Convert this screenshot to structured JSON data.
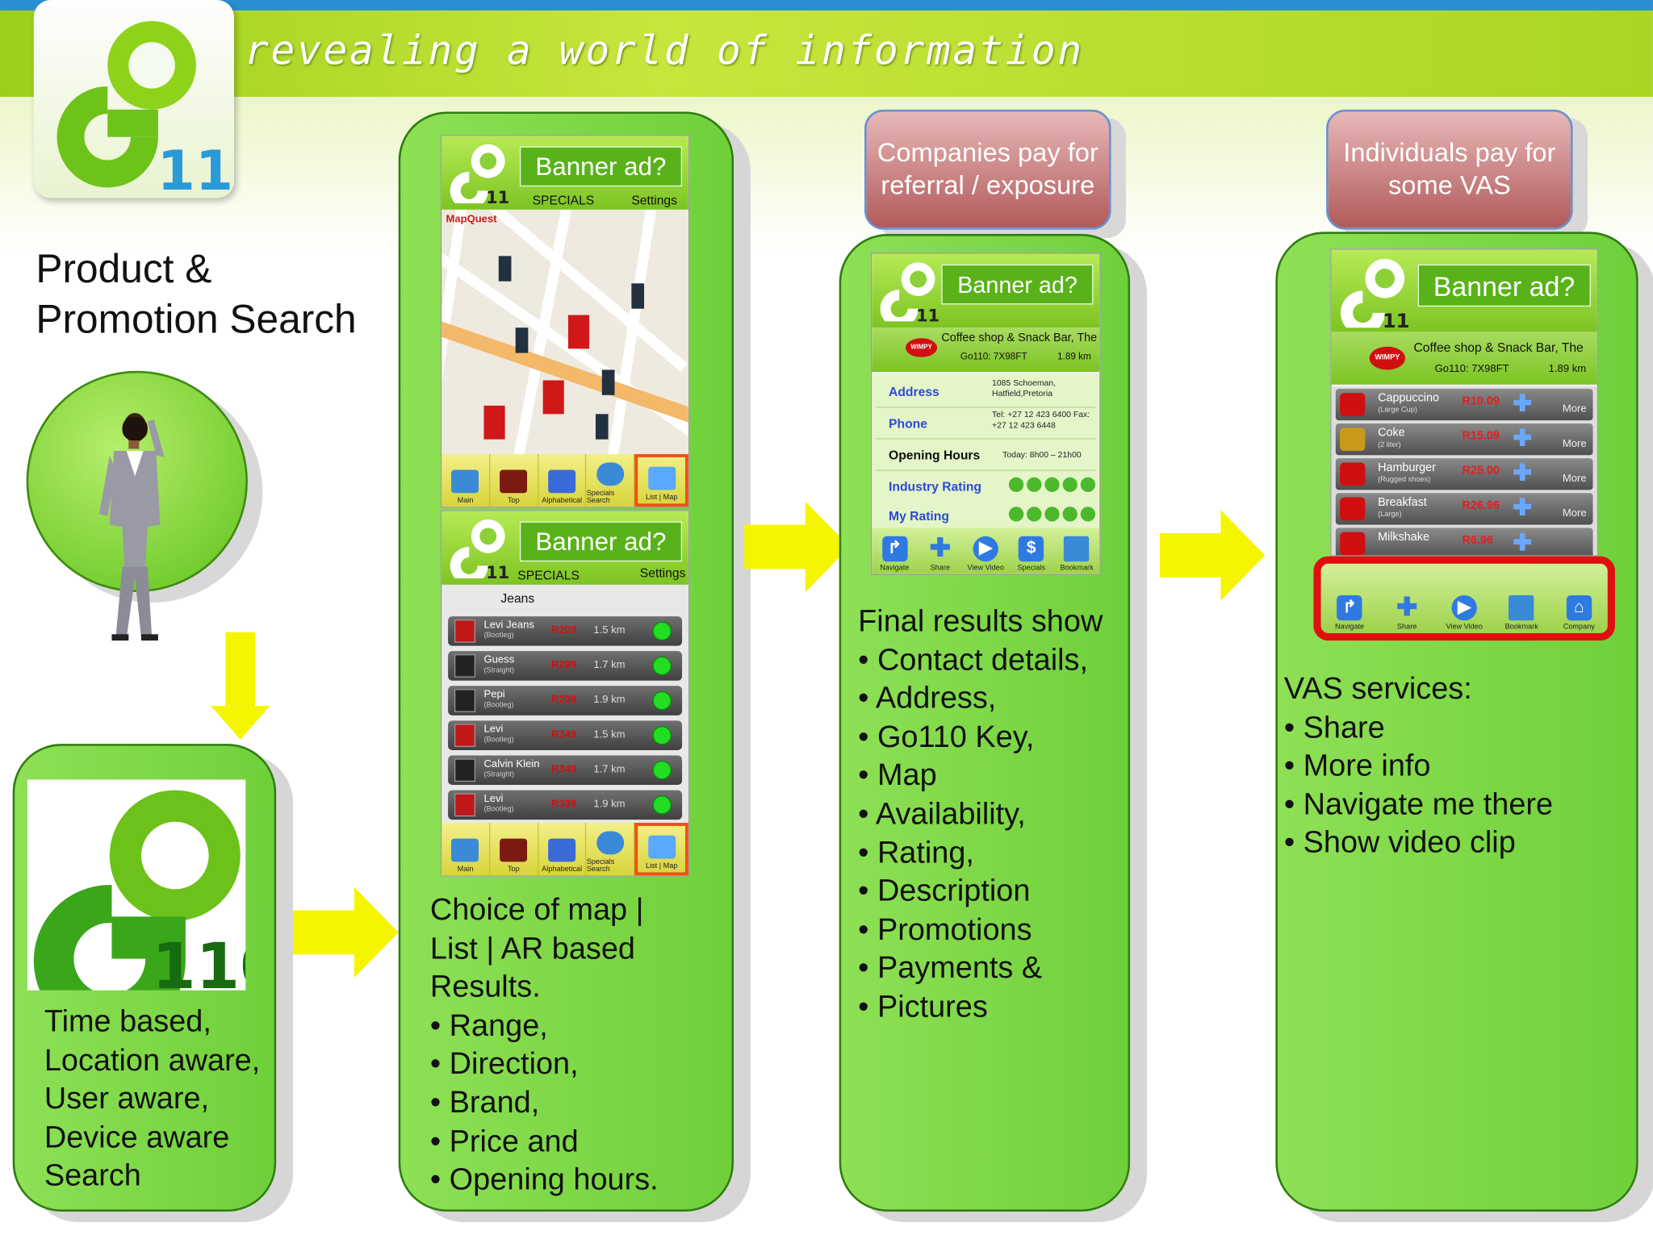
{
  "header": {
    "tagline": "revealing a world of information",
    "logo_text": "110"
  },
  "title": {
    "line1": "Product &",
    "line2": "Promotion Search"
  },
  "panel1": {
    "lines": [
      "Time based,",
      "Location aware,",
      "User aware,",
      "Device aware",
      "Search"
    ]
  },
  "panel2": {
    "lines": [
      "Choice of map |",
      "List | AR based",
      "Results.",
      "• Range,",
      "• Direction,",
      "• Brand,",
      "• Price and",
      "• Opening hours."
    ],
    "phone_top": {
      "banner": "Banner ad?",
      "specials": "SPECIALS",
      "settings": "Settings",
      "map_brand": "MapQuest",
      "tabs": [
        "Main",
        "Top",
        "Alphabetical",
        "Specials Search",
        "List | Map"
      ]
    },
    "phone_bottom": {
      "banner": "Banner ad?",
      "specials": "SPECIALS",
      "settings": "Settings",
      "category": "Jeans",
      "rows": [
        {
          "name": "Levi Jeans",
          "sub": "(Bootleg)",
          "price": "R209",
          "dist": "1.5 km"
        },
        {
          "name": "Guess",
          "sub": "(Straight)",
          "price": "R299",
          "dist": "1.7 km"
        },
        {
          "name": "Pepi",
          "sub": "(Bootleg)",
          "price": "R299",
          "dist": "1.9 km"
        },
        {
          "name": "Levi",
          "sub": "(Bootleg)",
          "price": "R349",
          "dist": "1.5 km"
        },
        {
          "name": "Calvin Klein",
          "sub": "(Straight)",
          "price": "R349",
          "dist": "1.7 km"
        },
        {
          "name": "Levi",
          "sub": "(Bootleg)",
          "price": "R399",
          "dist": "1.9 km"
        }
      ],
      "tabs": [
        "Main",
        "Top",
        "Alphabetical",
        "Specials Search",
        "List | Map"
      ]
    }
  },
  "callout1": {
    "text": "Companies pay for referral / exposure"
  },
  "panel3": {
    "lines": [
      "Final results show",
      "• Contact details,",
      "• Address,",
      "• Go110 Key,",
      "• Map",
      "• Availability,",
      "• Rating,",
      "• Description",
      "• Promotions",
      "• Payments &",
      "• Pictures"
    ],
    "phone": {
      "banner": "Banner ad?",
      "company": "Coffee shop & Snack Bar, The",
      "key": "Go110: 7X98FT",
      "distance": "1.89 km",
      "brand_badge": "WIMPY",
      "rows": [
        {
          "label": "Address",
          "value": "1085 Schoeman, Hatfield,Pretoria"
        },
        {
          "label": "Phone",
          "value": "Tel: +27 12 423 6400 Fax: +27 12 423 6448"
        },
        {
          "label": "Opening Hours",
          "value": "Today: 8h00 – 21h00"
        },
        {
          "label": "Industry Rating",
          "value": ""
        },
        {
          "label": "My Rating",
          "value": ""
        }
      ],
      "buttons": [
        "Navigate",
        "Share",
        "View Video",
        "Specials",
        "Bookmark"
      ]
    }
  },
  "callout2": {
    "text": "Individuals pay for some VAS"
  },
  "panel4": {
    "lines": [
      "VAS services:",
      "• Share",
      "• More info",
      "• Navigate me there",
      "• Show video clip"
    ],
    "phone": {
      "banner": "Banner ad?",
      "company": "Coffee shop & Snack Bar, The",
      "key": "Go110: 7X98FT",
      "distance": "1.89 km",
      "brand_badge": "WIMPY",
      "rows": [
        {
          "name": "Cappuccino",
          "sub": "(Large Cup)",
          "price": "R10.09",
          "more": "More"
        },
        {
          "name": "Coke",
          "sub": "(2 liter)",
          "price": "R15.09",
          "more": "More"
        },
        {
          "name": "Hamburger",
          "sub": "(Rugged shoes)",
          "price": "R25.00",
          "more": "More"
        },
        {
          "name": "Breakfast",
          "sub": "(Large)",
          "price": "R26.96",
          "more": "More"
        },
        {
          "name": "Milkshake",
          "sub": "",
          "price": "R6.96",
          "more": ""
        }
      ],
      "buttons": [
        "Navigate",
        "Share",
        "View Video",
        "Bookmark",
        "Company"
      ]
    }
  },
  "colors": {
    "header_green": "#a9d624",
    "panel_green": "#7fd84a",
    "arrow_yellow": "#f5f500",
    "callout_red": "#b25a5a",
    "highlight_red": "#e01010"
  }
}
